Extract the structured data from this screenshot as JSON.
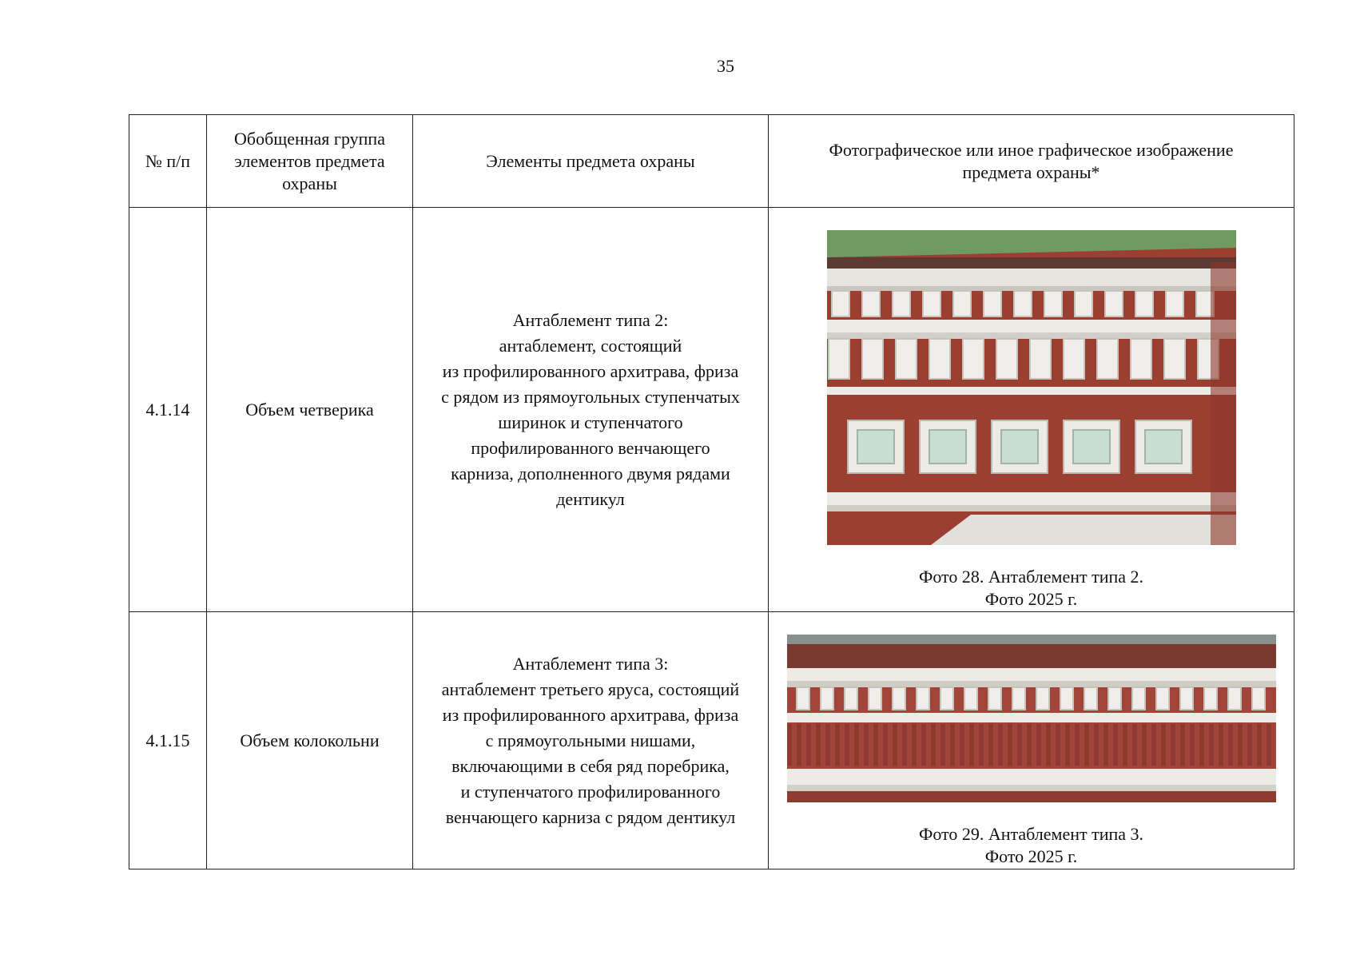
{
  "page_number": "35",
  "headers": {
    "num": "№ п/п",
    "group": "Обобщенная группа элементов предмета охраны",
    "elements": "Элементы предмета охраны",
    "image": "Фотографическое или иное графическое изображение предмета охраны*"
  },
  "rows": [
    {
      "num": "4.1.14",
      "group": "Объем четверика",
      "elements": "Антаблемент типа 2:\nантаблемент, состоящий\nиз профилированного архитрава, фриза\nс рядом из прямоугольных ступенчатых\nширинок и ступенчатого\nпрофилированного венчающего\nкарниза, дополненного двумя рядами\nдентикул",
      "caption_line1": "Фото 28. Антаблемент типа 2.",
      "caption_line2": "Фото 2025 г."
    },
    {
      "num": "4.1.15",
      "group": "Объем колокольни",
      "elements": "Антаблемент типа 3:\nантаблемент третьего яруса, состоящий\nиз профилированного архитрава, фриза\nс прямоугольными нишами,\nвключающими в себя ряд поребрика,\nи ступенчатого профилированного\nвенчающего карниза с рядом дентикул",
      "caption_line1": "Фото 29. Антаблемент типа 3.",
      "caption_line2": "Фото 2025 г."
    }
  ],
  "colors": {
    "brick": "#9c3f33",
    "plaster": "#ecebe6",
    "roof": "#6f9a62",
    "glass": "#c9ddd3"
  }
}
